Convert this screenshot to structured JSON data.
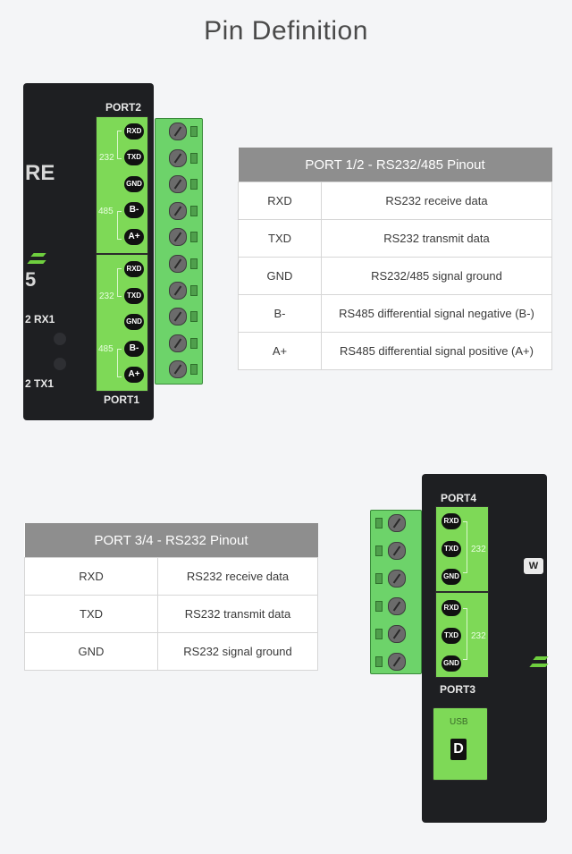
{
  "title": "Pin Definition",
  "device_top": {
    "port2_label": "PORT2",
    "port1_label": "PORT1",
    "logo_fragment": "RE",
    "logo_fragment2": "5",
    "rx_label": "2  RX1",
    "tx_label": "2  TX1",
    "port2_pins": [
      "RXD",
      "TXD",
      "GND",
      "B-",
      "A+"
    ],
    "port1_pins": [
      "RXD",
      "TXD",
      "GND",
      "B-",
      "A+"
    ],
    "group_232": "232",
    "group_485": "485"
  },
  "table1": {
    "header": "PORT 1/2 - RS232/485 Pinout",
    "rows": [
      {
        "pin": "RXD",
        "desc": "RS232 receive data"
      },
      {
        "pin": "TXD",
        "desc": "RS232 transmit data"
      },
      {
        "pin": "GND",
        "desc": "RS232/485 signal ground"
      },
      {
        "pin": "B-",
        "desc": "RS485 differential signal negative (B-)"
      },
      {
        "pin": "A+",
        "desc": "RS485 differential signal positive (A+)"
      }
    ]
  },
  "table2": {
    "header": "PORT 3/4 - RS232 Pinout",
    "rows": [
      {
        "pin": "RXD",
        "desc": "RS232 receive data"
      },
      {
        "pin": "TXD",
        "desc": "RS232 transmit data"
      },
      {
        "pin": "GND",
        "desc": "RS232 signal ground"
      }
    ]
  },
  "device_bottom": {
    "port4_label": "PORT4",
    "port3_label": "PORT3",
    "usb_label": "USB",
    "usb_glyph": "D",
    "logo_glyph": "W",
    "port4_pins": [
      "RXD",
      "TXD",
      "GND"
    ],
    "port3_pins": [
      "RXD",
      "TXD",
      "GND"
    ],
    "group_232": "232"
  }
}
